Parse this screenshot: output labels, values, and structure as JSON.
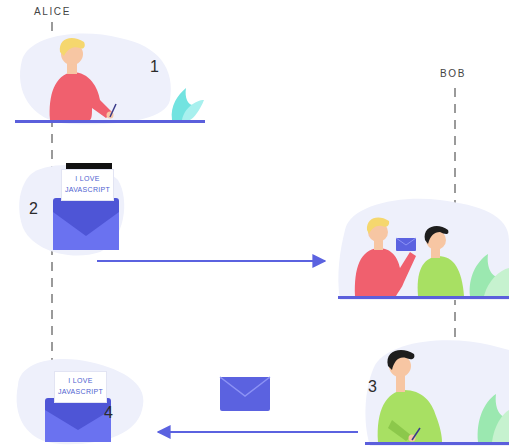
{
  "diagram": {
    "nodes": [
      {
        "text": [
          "I LOVE JAVASCRIPT"
        ]
      },
      {
        "text": [
          "I LOVE JAVASCRIPT"
        ]
      }
    ],
    "labels": [
      "ALICE",
      "1",
      "2",
      "BOB",
      "3",
      "4"
    ]
  }
}
